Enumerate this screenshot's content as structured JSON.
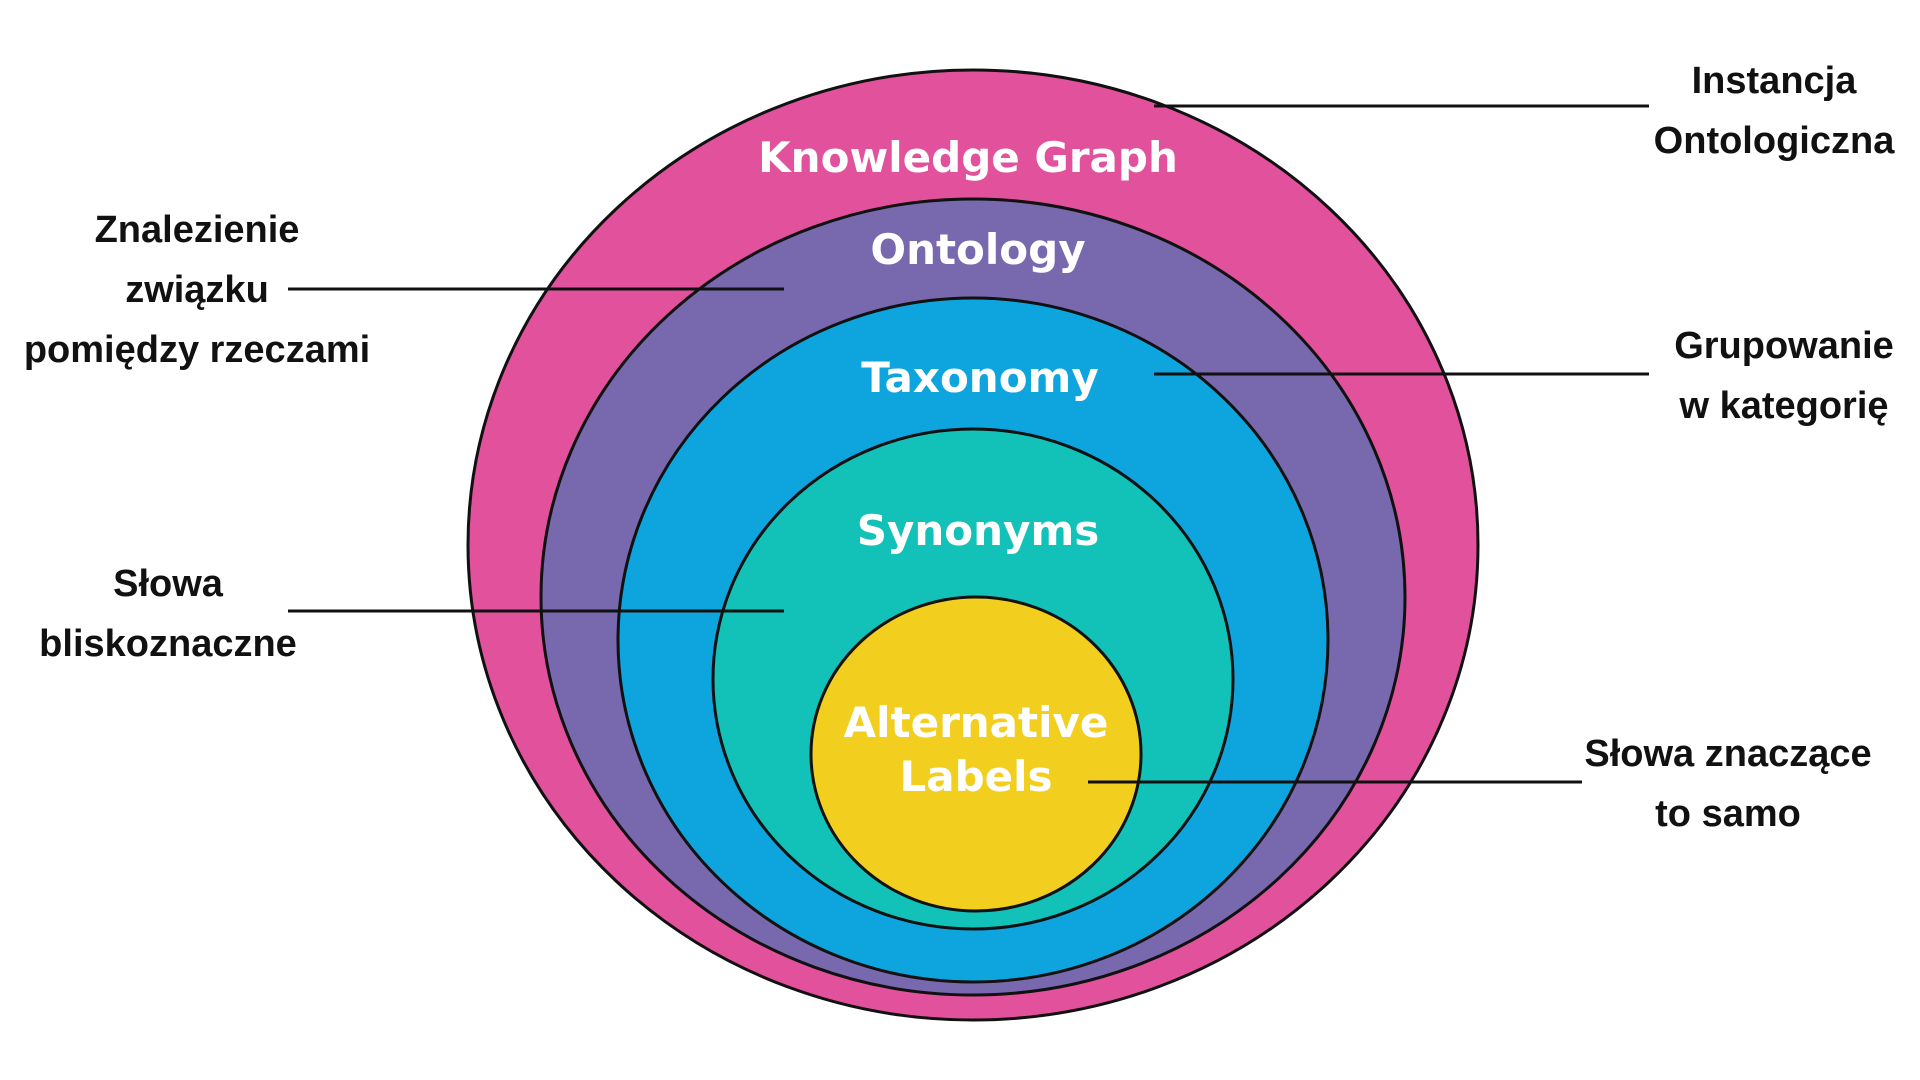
{
  "layers": [
    {
      "id": "knowledge-graph",
      "lines": [
        "Knowledge Graph"
      ],
      "color": "#e2519b"
    },
    {
      "id": "ontology",
      "lines": [
        "Ontology"
      ],
      "color": "#7868ad"
    },
    {
      "id": "taxonomy",
      "lines": [
        "Taxonomy"
      ],
      "color": "#0ea5de"
    },
    {
      "id": "synonyms",
      "lines": [
        "Synonyms"
      ],
      "color": "#12c2b8"
    },
    {
      "id": "alternative-labels",
      "lines": [
        "Alternative",
        "Labels"
      ],
      "color": "#f2cf1f"
    }
  ],
  "annotations": [
    {
      "id": "instancja-ontologiczna",
      "target": "knowledge-graph",
      "lines": [
        "Instancja",
        "Ontologiczna"
      ]
    },
    {
      "id": "znalezienie-zwiazku",
      "target": "ontology",
      "lines": [
        "Znalezienie",
        "związku",
        "pomiędzy rzeczami"
      ]
    },
    {
      "id": "grupowanie",
      "target": "taxonomy",
      "lines": [
        "Grupowanie",
        "w kategorię"
      ]
    },
    {
      "id": "slowa-bliskoznaczne",
      "target": "synonyms",
      "lines": [
        "Słowa",
        "bliskoznaczne"
      ]
    },
    {
      "id": "slowa-znaczace",
      "target": "alternative-labels",
      "lines": [
        "Słowa znaczące",
        "to samo"
      ]
    }
  ],
  "style": {
    "outline_color": "#111111",
    "label_color": "#ffffff",
    "note_color": "#111111"
  }
}
